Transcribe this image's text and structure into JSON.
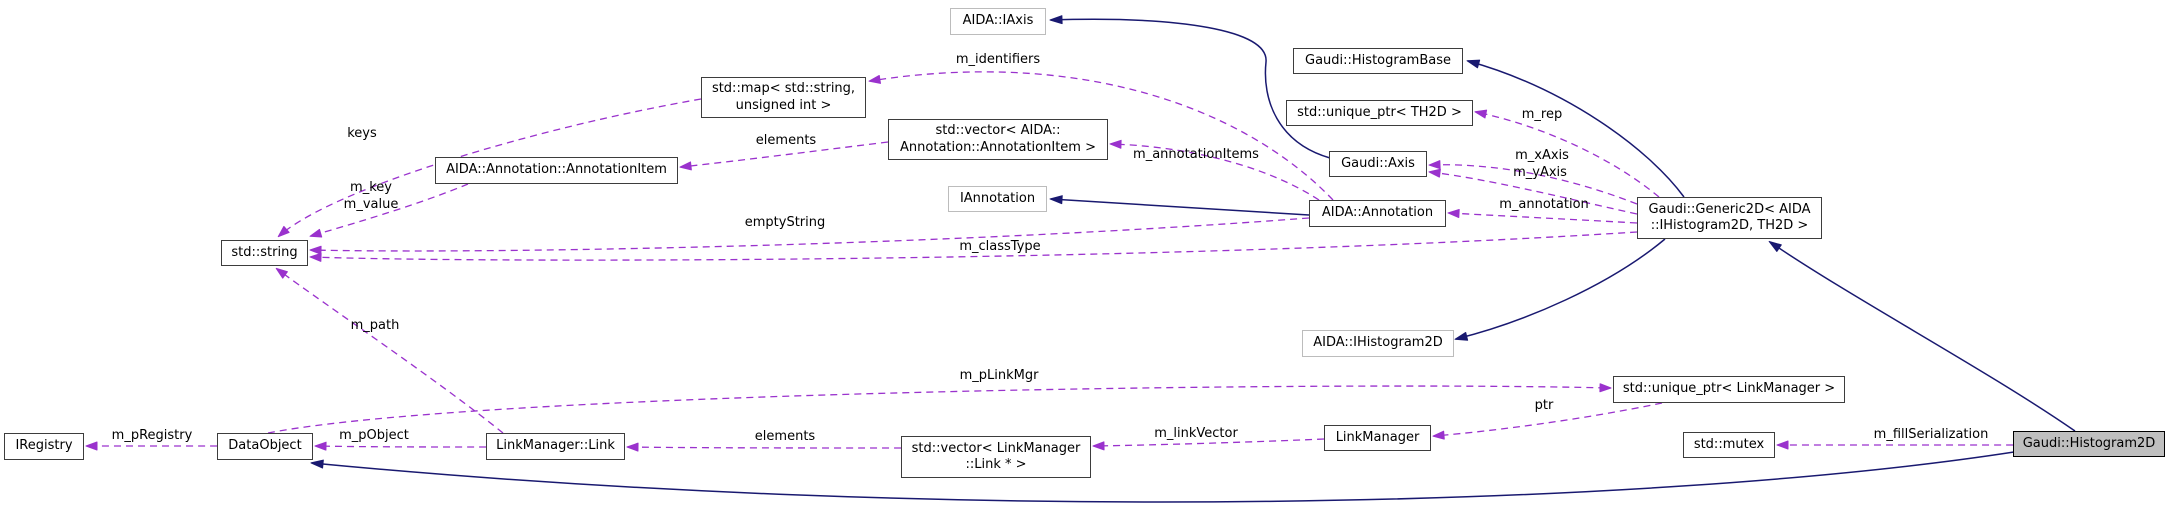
{
  "diagram": {
    "nodes": {
      "aida_iaxis": {
        "label": "AIDA::IAxis",
        "kind": "external"
      },
      "histogram_base": {
        "label": "Gaudi::HistogramBase",
        "kind": "class"
      },
      "std_map": {
        "label": "std::map< std::string,\nunsigned int >",
        "kind": "class"
      },
      "unique_th2d": {
        "label": "std::unique_ptr< TH2D >",
        "kind": "class"
      },
      "vector_annitem": {
        "label": "std::vector< AIDA::\nAnnotation::AnnotationItem >",
        "kind": "class"
      },
      "gaudi_axis": {
        "label": "Gaudi::Axis",
        "kind": "class"
      },
      "annotation_item": {
        "label": "AIDA::Annotation::AnnotationItem",
        "kind": "class"
      },
      "iannotation": {
        "label": "IAnnotation",
        "kind": "external"
      },
      "aida_annotation": {
        "label": "AIDA::Annotation",
        "kind": "class"
      },
      "generic2d": {
        "label": "Gaudi::Generic2D< AIDA\n::IHistogram2D, TH2D >",
        "kind": "class"
      },
      "std_string": {
        "label": "std::string",
        "kind": "class"
      },
      "aida_ihistogram2d": {
        "label": "AIDA::IHistogram2D",
        "kind": "external"
      },
      "unique_linkmgr": {
        "label": "std::unique_ptr< LinkManager >",
        "kind": "class"
      },
      "iregistry": {
        "label": "IRegistry",
        "kind": "class"
      },
      "dataobject": {
        "label": "DataObject",
        "kind": "class"
      },
      "linkmanager_link": {
        "label": "LinkManager::Link",
        "kind": "class"
      },
      "vector_link": {
        "label": "std::vector< LinkManager\n::Link * >",
        "kind": "class"
      },
      "linkmanager": {
        "label": "LinkManager",
        "kind": "class"
      },
      "std_mutex": {
        "label": "std::mutex",
        "kind": "class"
      },
      "histogram2d": {
        "label": "Gaudi::Histogram2D",
        "kind": "main"
      }
    },
    "edge_labels": {
      "m_identifiers": "m_identifiers",
      "keys": "keys",
      "m_key_value": "m_key\nm_value",
      "elements_ann": "elements",
      "m_annotationItems": "m_annotationItems",
      "emptyString": "emptyString",
      "m_classType": "m_classType",
      "m_rep": "m_rep",
      "m_xAxis": "m_xAxis",
      "m_yAxis": "m_yAxis",
      "m_annotation": "m_annotation",
      "m_path": "m_path",
      "m_pLinkMgr": "m_pLinkMgr",
      "ptr": "ptr",
      "m_linkVector": "m_linkVector",
      "elements_link": "elements",
      "m_pObject": "m_pObject",
      "m_pRegistry": "m_pRegistry",
      "m_fillSerialization": "m_fillSerialization"
    },
    "edges": [
      {
        "from": "gaudi_axis",
        "to": "aida_iaxis",
        "type": "inheritance"
      },
      {
        "from": "generic2d",
        "to": "histogram_base",
        "type": "inheritance"
      },
      {
        "from": "aida_annotation",
        "to": "iannotation",
        "type": "inheritance"
      },
      {
        "from": "generic2d",
        "to": "aida_ihistogram2d",
        "type": "inheritance"
      },
      {
        "from": "histogram2d",
        "to": "generic2d",
        "type": "inheritance"
      },
      {
        "from": "histogram2d",
        "to": "dataobject",
        "type": "inheritance"
      },
      {
        "from": "aida_annotation",
        "to": "std_map",
        "label_key": "m_identifiers",
        "type": "usage"
      },
      {
        "from": "std_map",
        "to": "std_string",
        "label_key": "keys",
        "type": "usage"
      },
      {
        "from": "annotation_item",
        "to": "std_string",
        "label_key": "m_key_value",
        "type": "usage"
      },
      {
        "from": "vector_annitem",
        "to": "annotation_item",
        "label_key": "elements_ann",
        "type": "usage"
      },
      {
        "from": "aida_annotation",
        "to": "vector_annitem",
        "label_key": "m_annotationItems",
        "type": "usage"
      },
      {
        "from": "generic2d",
        "to": "unique_th2d",
        "label_key": "m_rep",
        "type": "usage"
      },
      {
        "from": "generic2d",
        "to": "gaudi_axis",
        "label_key": "m_xAxis",
        "type": "usage"
      },
      {
        "from": "generic2d",
        "to": "gaudi_axis",
        "label_key": "m_yAxis",
        "type": "usage"
      },
      {
        "from": "generic2d",
        "to": "aida_annotation",
        "label_key": "m_annotation",
        "type": "usage"
      },
      {
        "from": "aida_annotation",
        "to": "std_string",
        "label_key": "emptyString",
        "type": "usage"
      },
      {
        "from": "generic2d",
        "to": "std_string",
        "label_key": "m_classType",
        "type": "usage"
      },
      {
        "from": "linkmanager_link",
        "to": "std_string",
        "label_key": "m_path",
        "type": "usage"
      },
      {
        "from": "dataobject",
        "to": "unique_linkmgr",
        "label_key": "m_pLinkMgr",
        "type": "usage"
      },
      {
        "from": "unique_linkmgr",
        "to": "linkmanager",
        "label_key": "ptr",
        "type": "usage"
      },
      {
        "from": "linkmanager",
        "to": "vector_link",
        "label_key": "m_linkVector",
        "type": "usage"
      },
      {
        "from": "vector_link",
        "to": "linkmanager_link",
        "label_key": "elements_link",
        "type": "usage"
      },
      {
        "from": "linkmanager_link",
        "to": "dataobject",
        "label_key": "m_pObject",
        "type": "usage"
      },
      {
        "from": "dataobject",
        "to": "iregistry",
        "label_key": "m_pRegistry",
        "type": "usage"
      },
      {
        "from": "histogram2d",
        "to": "std_mutex",
        "label_key": "m_fillSerialization",
        "type": "usage"
      }
    ],
    "colors": {
      "inheritance_edge": "#191970",
      "usage_edge": "#9a32cd",
      "node_border": "#3d3d3d",
      "external_node_border": "#bcbcbc",
      "main_node_fill": "#bfbfbf"
    }
  }
}
